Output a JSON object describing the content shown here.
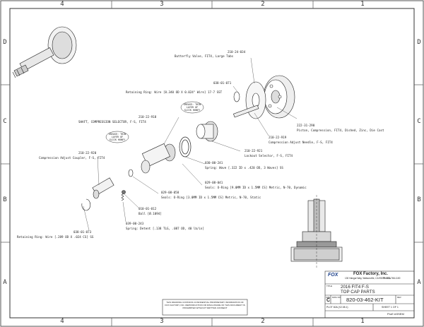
{
  "zones": {
    "columns": [
      "4",
      "3",
      "2",
      "1"
    ],
    "rows": [
      "D",
      "C",
      "B",
      "A"
    ]
  },
  "parts": [
    {
      "pn": "210-24-034",
      "desc": "Butterfly Valve, FIT4, Large Tabs"
    },
    {
      "pn": "038-01-071",
      "desc": "Retaining Ring: Wire [0.340 OD X 0.024\" Wire] 17-7 SST"
    },
    {
      "pn": "222-31-290",
      "desc": "Piston, Compression, FIT4, Dished, Zinc, Die Cast"
    },
    {
      "pn": "210-22-918",
      "desc": "SHAFT, COMPRESSION SELECTOR, F-S, FIT4"
    },
    {
      "pn": "210-22-919",
      "desc": "Compression Adjust Needle, F-S, FIT4"
    },
    {
      "pn": "210-22-921",
      "desc": "Lockout Selector, F-S, FIT4"
    },
    {
      "pn": "210-22-920",
      "desc": "Compression Adjust Coupler, F-S, FIT4"
    },
    {
      "pn": "030-00-241",
      "desc": "Spring: Wave [.322 ID x .420 OD, 3 Waves] SS"
    },
    {
      "pn": "029-08-041",
      "desc": "Seals: O-Ring [9.0MM ID x 1.5MM CS] Metric, N-70, Dynamic"
    },
    {
      "pn": "029-08-058",
      "desc": "Seals: O-Ring [3.0MM ID x 1.5MM CS] Metric, N-70, Static"
    },
    {
      "pn": "010-01-012",
      "desc": "Ball [Ø.1094]"
    },
    {
      "pn": "039-00-243",
      "desc": "Spring: Detent [.138 TLG, .087 OD, 40 lb/in]"
    },
    {
      "pn": "038-01-073",
      "desc": "Retaining Ring: Wire [.289 OD X .024 CS] SS"
    }
  ],
  "grease_notes": [
    "GREASE: THIN LAYER OF SLICK HONEY",
    "GREASE: THIN LAYER OF SLICK HONEY"
  ],
  "title_block": {
    "company": "FOX Factory, Inc.",
    "address": "130 Hangar Way, Watsonville, CA 95076 USA",
    "phone": "Ph 831-768-1100",
    "title_label": "TITLE",
    "title_line1": "2016 FIT4 F-S",
    "title_line2": "TOP CAP PARTS",
    "size_label": "SIZE",
    "size": "C",
    "dwg_no_label": "DWG NO.",
    "dwg_no": "820-03-462-KIT",
    "rev_label": "REV",
    "plot": "PLOT 60A (X2.08.1)",
    "sheet": "SHEET 1 OF 1",
    "assem": "ProE ASSEM",
    "logo": "FOX"
  },
  "confidential": "THIS DRAWING CONTAINS CONFIDENTIAL PROPRIETARY INFORMATION OF FOX FACTORY, INC. REPRODUCTION OR DISCLOSURE OF THIS DOCUMENT IS PROHIBITED WITHOUT WRITTEN CONSENT"
}
